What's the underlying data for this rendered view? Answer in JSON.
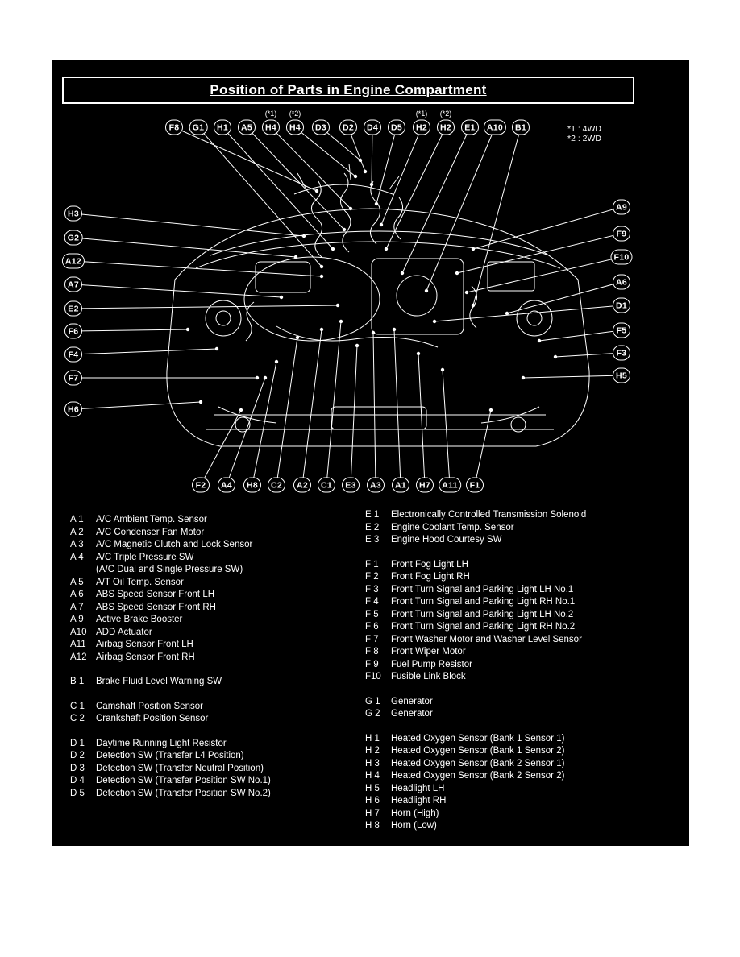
{
  "page": {
    "title": "Position of Parts in Engine Compartment",
    "note_line1": "*1 : 4WD",
    "note_line2": "*2 : 2WD"
  },
  "colors": {
    "board_bg": "#000000",
    "ink": "#ffffff",
    "page_bg": "#ffffff"
  },
  "callouts": {
    "top": [
      {
        "label": "F8"
      },
      {
        "label": "G1"
      },
      {
        "label": "H1"
      },
      {
        "label": "A5"
      },
      {
        "label": "H4",
        "note": "(*1)"
      },
      {
        "label": "H4",
        "note": "(*2)"
      },
      {
        "label": "D3"
      },
      {
        "label": "D2"
      },
      {
        "label": "D4"
      },
      {
        "label": "D5"
      },
      {
        "label": "H2",
        "note": "(*1)"
      },
      {
        "label": "H2",
        "note": "(*2)"
      },
      {
        "label": "E1"
      },
      {
        "label": "A10"
      },
      {
        "label": "B1"
      }
    ],
    "left": [
      "H3",
      "G2",
      "A12",
      "A7",
      "E2",
      "F6",
      "F4",
      "F7",
      "H6"
    ],
    "right": [
      "A9",
      "F9",
      "F10",
      "A6",
      "D1",
      "F5",
      "F3",
      "H5"
    ],
    "bottom": [
      "F2",
      "A4",
      "H8",
      "C2",
      "A2",
      "C1",
      "E3",
      "A3",
      "A1",
      "H7",
      "A11",
      "F1"
    ]
  },
  "legend": {
    "left": [
      {
        "entries": [
          {
            "code": "A 1",
            "label": "A/C Ambient Temp. Sensor"
          },
          {
            "code": "A 2",
            "label": "A/C Condenser Fan Motor"
          },
          {
            "code": "A 3",
            "label": "A/C Magnetic Clutch and Lock Sensor"
          },
          {
            "code": "A 4",
            "label": "A/C Triple Pressure SW"
          },
          {
            "code": "",
            "label": "(A/C Dual and Single Pressure SW)"
          },
          {
            "code": "A 5",
            "label": "A/T Oil Temp. Sensor"
          },
          {
            "code": "A 6",
            "label": "ABS Speed Sensor Front LH"
          },
          {
            "code": "A 7",
            "label": "ABS Speed Sensor Front RH"
          },
          {
            "code": "A 9",
            "label": "Active Brake Booster"
          },
          {
            "code": "A10",
            "label": "ADD Actuator"
          },
          {
            "code": "A11",
            "label": "Airbag Sensor Front LH"
          },
          {
            "code": "A12",
            "label": "Airbag Sensor Front RH"
          }
        ]
      },
      {
        "entries": [
          {
            "code": "B 1",
            "label": "Brake Fluid Level Warning SW"
          }
        ]
      },
      {
        "entries": [
          {
            "code": "C 1",
            "label": "Camshaft Position Sensor"
          },
          {
            "code": "C 2",
            "label": "Crankshaft Position Sensor"
          }
        ]
      },
      {
        "entries": [
          {
            "code": "D 1",
            "label": "Daytime Running Light Resistor"
          },
          {
            "code": "D 2",
            "label": "Detection SW (Transfer L4 Position)"
          },
          {
            "code": "D 3",
            "label": "Detection SW (Transfer Neutral Position)"
          },
          {
            "code": "D 4",
            "label": "Detection SW (Transfer Position SW No.1)"
          },
          {
            "code": "D 5",
            "label": "Detection SW (Transfer Position SW No.2)"
          }
        ]
      }
    ],
    "right": [
      {
        "entries": [
          {
            "code": "E 1",
            "label": "Electronically Controlled Transmission Solenoid"
          },
          {
            "code": "E 2",
            "label": "Engine Coolant Temp. Sensor"
          },
          {
            "code": "E 3",
            "label": "Engine Hood Courtesy SW"
          }
        ]
      },
      {
        "entries": [
          {
            "code": "F 1",
            "label": "Front Fog Light LH"
          },
          {
            "code": "F 2",
            "label": "Front Fog Light RH"
          },
          {
            "code": "F 3",
            "label": "Front Turn Signal and Parking Light LH No.1"
          },
          {
            "code": "F 4",
            "label": "Front Turn Signal and Parking Light RH No.1"
          },
          {
            "code": "F 5",
            "label": "Front Turn Signal and Parking Light LH No.2"
          },
          {
            "code": "F 6",
            "label": "Front Turn Signal and Parking Light RH No.2"
          },
          {
            "code": "F 7",
            "label": "Front Washer Motor and Washer Level Sensor"
          },
          {
            "code": "F 8",
            "label": "Front Wiper Motor"
          },
          {
            "code": "F 9",
            "label": "Fuel Pump Resistor"
          },
          {
            "code": "F10",
            "label": "Fusible Link Block"
          }
        ]
      },
      {
        "entries": [
          {
            "code": "G 1",
            "label": "Generator"
          },
          {
            "code": "G 2",
            "label": "Generator"
          }
        ]
      },
      {
        "entries": [
          {
            "code": "H 1",
            "label": "Heated Oxygen Sensor (Bank 1 Sensor 1)"
          },
          {
            "code": "H 2",
            "label": "Heated Oxygen Sensor (Bank 1 Sensor 2)"
          },
          {
            "code": "H 3",
            "label": "Heated Oxygen Sensor (Bank 2 Sensor 1)"
          },
          {
            "code": "H 4",
            "label": "Heated Oxygen Sensor (Bank 2 Sensor 2)"
          },
          {
            "code": "H 5",
            "label": "Headlight LH"
          },
          {
            "code": "H 6",
            "label": "Headlight RH"
          },
          {
            "code": "H 7",
            "label": "Horn (High)"
          },
          {
            "code": "H 8",
            "label": "Horn (Low)"
          }
        ]
      }
    ]
  }
}
